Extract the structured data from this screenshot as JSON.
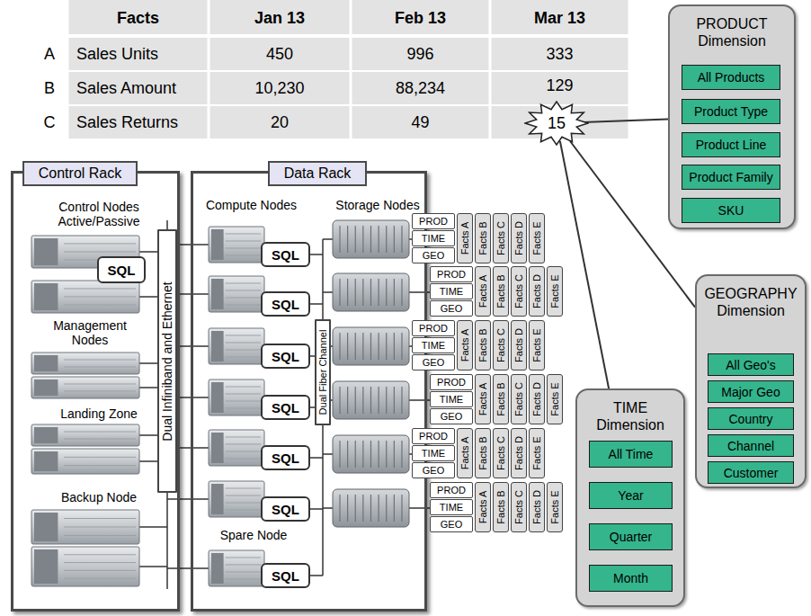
{
  "diagram": {
    "nodes": [
      {
        "text": [
          "15"
        ]
      },
      {
        "text": [
          "PRODUCT Dimension"
        ]
      },
      {
        "text": [
          "All Products"
        ],
        "in": 1
      },
      {
        "text": [
          "Product Type"
        ],
        "in": 1
      },
      {
        "text": [
          "Product Line"
        ],
        "in": 1
      },
      {
        "text": [
          "Product Family"
        ],
        "in": 1
      },
      {
        "text": [
          "SKU"
        ],
        "in": 1
      },
      {
        "text": [
          "Control Rack"
        ]
      },
      {
        "text": [
          "SQL"
        ],
        "in": 7
      },
      {
        "text": [
          "Dual Infiniband and Ethernet"
        ]
      },
      {
        "text": [
          "Data Rack"
        ]
      },
      {
        "text": [
          "SQL"
        ],
        "in": 10
      },
      {
        "text": [
          "SQL"
        ],
        "in": 10
      },
      {
        "text": [
          "SQL"
        ],
        "in": 10
      },
      {
        "text": [
          "SQL"
        ],
        "in": 10
      },
      {
        "text": [
          "SQL"
        ],
        "in": 10
      },
      {
        "text": [
          "SQL"
        ],
        "in": 10
      },
      {
        "text": [
          "SQL"
        ],
        "in": 10
      },
      {
        "text": [
          "Dual Fiber Channel"
        ],
        "in": 10
      },
      {
        "text": [
          "PROD"
        ]
      },
      {
        "text": [
          "TIME"
        ]
      },
      {
        "text": [
          "GEO"
        ]
      },
      {
        "text": [
          "Facts A"
        ]
      },
      {
        "text": [
          "Facts B"
        ]
      },
      {
        "text": [
          "Facts C"
        ]
      },
      {
        "text": [
          "Facts D"
        ]
      },
      {
        "text": [
          "Facts E"
        ]
      },
      {
        "text": [
          "PROD"
        ]
      },
      {
        "text": [
          "TIME"
        ]
      },
      {
        "text": [
          "GEO"
        ]
      },
      {
        "text": [
          "Facts A"
        ]
      },
      {
        "text": [
          "Facts B"
        ]
      },
      {
        "text": [
          "Facts C"
        ]
      },
      {
        "text": [
          "Facts D"
        ]
      },
      {
        "text": [
          "Facts E"
        ]
      },
      {
        "text": [
          "PROD"
        ]
      },
      {
        "text": [
          "TIME"
        ]
      },
      {
        "text": [
          "GEO"
        ]
      },
      {
        "text": [
          "Facts A"
        ]
      },
      {
        "text": [
          "Facts B"
        ]
      },
      {
        "text": [
          "Facts C"
        ]
      },
      {
        "text": [
          "Facts D"
        ]
      },
      {
        "text": [
          "Facts E"
        ]
      },
      {
        "text": [
          "PROD"
        ]
      },
      {
        "text": [
          "TIME"
        ]
      },
      {
        "text": [
          "GEO"
        ]
      },
      {
        "text": [
          "Facts A"
        ]
      },
      {
        "text": [
          "Facts B"
        ]
      },
      {
        "text": [
          "Facts C"
        ]
      },
      {
        "text": [
          "Facts D"
        ]
      },
      {
        "text": [
          "Facts E"
        ]
      },
      {
        "text": [
          "PROD"
        ]
      },
      {
        "text": [
          "TIME"
        ]
      },
      {
        "text": [
          "GEO"
        ]
      },
      {
        "text": [
          "Facts A"
        ]
      },
      {
        "text": [
          "Facts B"
        ]
      },
      {
        "text": [
          "Facts C"
        ]
      },
      {
        "text": [
          "Facts D"
        ]
      },
      {
        "text": [
          "Facts E"
        ]
      },
      {
        "text": [
          "PROD"
        ]
      },
      {
        "text": [
          "TIME"
        ]
      },
      {
        "text": [
          "GEO"
        ]
      },
      {
        "text": [
          "Facts A"
        ]
      },
      {
        "text": [
          "Facts B"
        ]
      },
      {
        "text": [
          "Facts C"
        ]
      },
      {
        "text": [
          "Facts D"
        ]
      },
      {
        "text": [
          "Facts E"
        ]
      },
      {
        "text": [
          "GEOGRAPHY Dimension"
        ]
      },
      {
        "text": [
          "All Geo's"
        ],
        "in": 67
      },
      {
        "text": [
          "Major Geo"
        ],
        "in": 67
      },
      {
        "text": [
          "Country"
        ],
        "in": 67
      },
      {
        "text": [
          "Channel"
        ],
        "in": 67
      },
      {
        "text": [
          "Customer"
        ],
        "in": 67
      },
      {
        "text": [
          "TIME Dimension"
        ]
      },
      {
        "text": [
          "All Time"
        ],
        "in": 73
      },
      {
        "text": [
          "Year"
        ],
        "in": 73
      },
      {
        "text": [
          "Quarter"
        ],
        "in": 73
      },
      {
        "text": [
          "Month"
        ],
        "in": 73
      }
    ],
    "edges": [
      {
        "from": 0,
        "to": 1,
        "arrow": "none"
      },
      {
        "from": 0,
        "to": 67,
        "arrow": "none"
      },
      {
        "from": 0,
        "to": 73,
        "arrow": "none"
      }
    ],
    "labels": [
      "Facts",
      "Jan 13",
      "Feb 13",
      "Mar 13",
      "A",
      "Sales Units",
      "450",
      "996",
      "333",
      "B",
      "Sales Amount",
      "10,230",
      "88,234",
      "129",
      "C",
      "Sales Returns",
      "20",
      "49",
      "Control Nodes Active/Passive",
      "Management Nodes",
      "Landing Zone",
      "Backup Node",
      "Compute Nodes",
      "Storage Nodes",
      "Spare Node"
    ]
  }
}
